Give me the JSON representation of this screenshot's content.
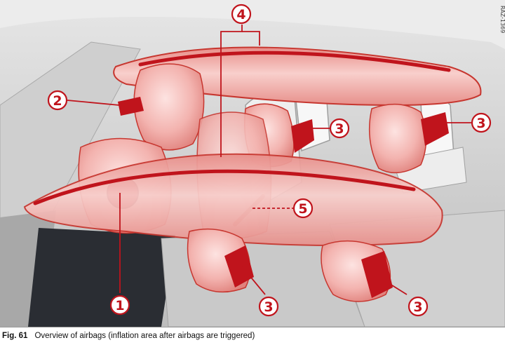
{
  "figure": {
    "reference_code": "RAZ-1369",
    "callouts": [
      "1",
      "2",
      "3",
      "4",
      "5"
    ],
    "colors": {
      "airbag_fill": "#f3b5b2",
      "airbag_edge": "#c0141c",
      "callout_ring": "#c0141c",
      "interior_gray": "#d6d6d6",
      "window_dark": "#2a2d33"
    }
  },
  "caption": {
    "label": "Fig. 61",
    "text": "Overview of airbags (inflation area after airbags are triggered)"
  }
}
